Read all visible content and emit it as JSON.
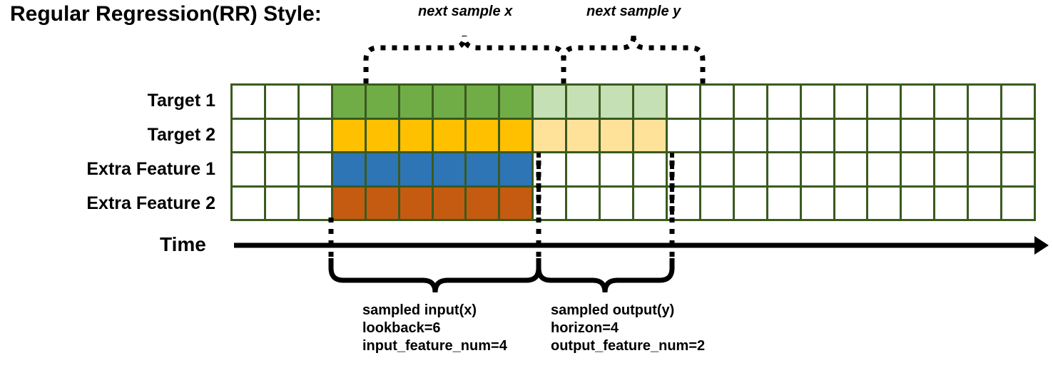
{
  "title": "Regular Regression(RR) Style:",
  "annotations": {
    "next_sample_x": "next sample x",
    "next_sample_y": "next sample y"
  },
  "axis": {
    "time_label": "Time"
  },
  "rows": [
    {
      "label": "Target 1",
      "key": "target-1"
    },
    {
      "label": "Target 2",
      "key": "target-2"
    },
    {
      "label": "Extra Feature 1",
      "key": "extra-feature-1"
    },
    {
      "label": "Extra Feature 2",
      "key": "extra-feature-2"
    }
  ],
  "grid": {
    "columns": 24,
    "rows": 4,
    "border_color": "#3A5A1E",
    "empty_color": "#FFFFFF",
    "cells": [
      [
        "empty",
        "empty",
        "empty",
        "green",
        "green",
        "green",
        "green",
        "green",
        "green",
        "green-light",
        "green-light",
        "green-light",
        "green-light",
        "empty",
        "empty",
        "empty",
        "empty",
        "empty",
        "empty",
        "empty",
        "empty",
        "empty",
        "empty",
        "empty"
      ],
      [
        "empty",
        "empty",
        "empty",
        "gold",
        "gold",
        "gold",
        "gold",
        "gold",
        "gold",
        "gold-light",
        "gold-light",
        "gold-light",
        "gold-light",
        "empty",
        "empty",
        "empty",
        "empty",
        "empty",
        "empty",
        "empty",
        "empty",
        "empty",
        "empty",
        "empty"
      ],
      [
        "empty",
        "empty",
        "empty",
        "blue",
        "blue",
        "blue",
        "blue",
        "blue",
        "blue",
        "empty",
        "empty",
        "empty",
        "empty",
        "empty",
        "empty",
        "empty",
        "empty",
        "empty",
        "empty",
        "empty",
        "empty",
        "empty",
        "empty",
        "empty"
      ],
      [
        "empty",
        "empty",
        "empty",
        "orange",
        "orange",
        "orange",
        "orange",
        "orange",
        "orange",
        "empty",
        "empty",
        "empty",
        "empty",
        "empty",
        "empty",
        "empty",
        "empty",
        "empty",
        "empty",
        "empty",
        "empty",
        "empty",
        "empty",
        "empty"
      ]
    ]
  },
  "colors": {
    "green": "#70AD47",
    "green_light": "#C5E0B4",
    "gold": "#FFC000",
    "gold_light": "#FFE29A",
    "blue": "#2E75B6",
    "orange": "#C55A11",
    "border": "#3A5A1E",
    "line": "#000000"
  },
  "captions": {
    "input": {
      "line1": "sampled input(x)",
      "line2": "lookback=6",
      "line3": "input_feature_num=4"
    },
    "output": {
      "line1": "sampled output(y)",
      "line2": "horizon=4",
      "line3": "output_feature_num=2"
    }
  },
  "chart_data": {
    "type": "diagram",
    "title": "Regular Regression(RR) Style:",
    "lookback": 6,
    "horizon": 4,
    "input_feature_num": 4,
    "output_feature_num": 2,
    "total_timesteps": 24,
    "input_window_start_index": 3,
    "input_window_end_index": 8,
    "output_window_start_index": 9,
    "output_window_end_index": 12,
    "series": [
      {
        "name": "Target 1",
        "role": "target",
        "in_input": true,
        "in_output": true
      },
      {
        "name": "Target 2",
        "role": "target",
        "in_input": true,
        "in_output": true
      },
      {
        "name": "Extra Feature 1",
        "role": "extra_feature",
        "in_input": true,
        "in_output": false
      },
      {
        "name": "Extra Feature 2",
        "role": "extra_feature",
        "in_input": true,
        "in_output": false
      }
    ]
  }
}
